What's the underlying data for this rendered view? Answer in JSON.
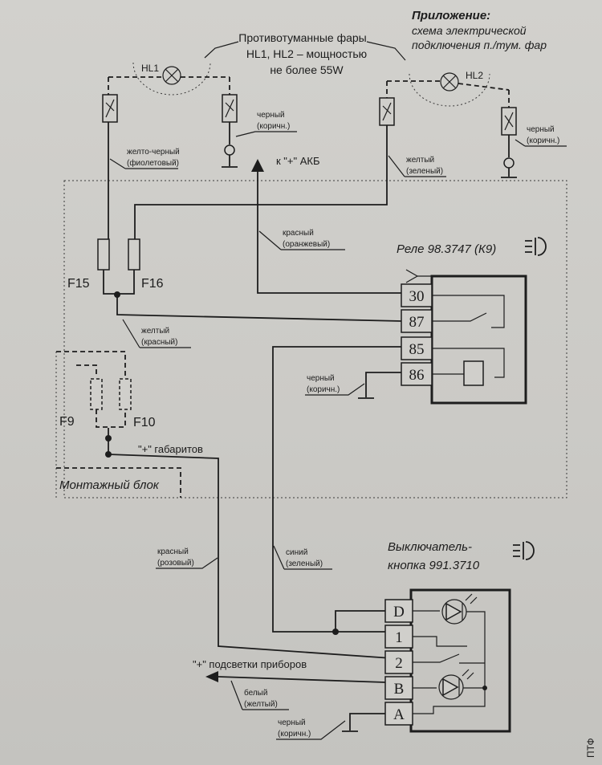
{
  "appendix": {
    "title": "Приложение:",
    "line1": "схема электрической",
    "line2": "подключения п./тум. фар"
  },
  "fog_lights": {
    "title": "Противотуманные фары",
    "line2": "HL1, HL2 – мощностью",
    "line3": "не более 55W",
    "hl1": "HL1",
    "hl2": "HL2"
  },
  "wires": {
    "black_brown_1a": "черный",
    "black_brown_1b": "(коричн.)",
    "black_brown_2a": "черный",
    "black_brown_2b": "(коричн.)",
    "yellow_black_a": "желто-черный",
    "yellow_black_b": "(фиолетовый)",
    "yellow_green_a": "желтый",
    "yellow_green_b": "(зеленый)",
    "akb": "к \"+\" АКБ",
    "red_orange_a": "красный",
    "red_orange_b": "(оранжевый)",
    "yellow_red_a": "желтый",
    "yellow_red_b": "(красный)",
    "black_relay_a": "черный",
    "black_relay_b": "(коричн.)",
    "gabarit": "\"+\" габаритов",
    "red_pink_a": "красный",
    "red_pink_b": "(розовый)",
    "blue_green_a": "синий",
    "blue_green_b": "(зеленый)",
    "backlight": "\"+\" подсветки приборов",
    "white_yellow_a": "белый",
    "white_yellow_b": "(желтый)",
    "black_switch_a": "черный",
    "black_switch_b": "(коричн.)"
  },
  "fuses": {
    "f15": "F15",
    "f16": "F16",
    "f9": "F9",
    "f10": "F10"
  },
  "mount_block": "Монтажный блок",
  "relay": {
    "title": "Реле 98.3747 (К9)",
    "pins": [
      "30",
      "87",
      "85",
      "86"
    ]
  },
  "switch": {
    "title_1": "Выключатель-",
    "title_2": "кнопка 991.3710",
    "pins": [
      "D",
      "1",
      "2",
      "B",
      "A"
    ]
  },
  "edge_marks": [
    "ПТФ"
  ]
}
